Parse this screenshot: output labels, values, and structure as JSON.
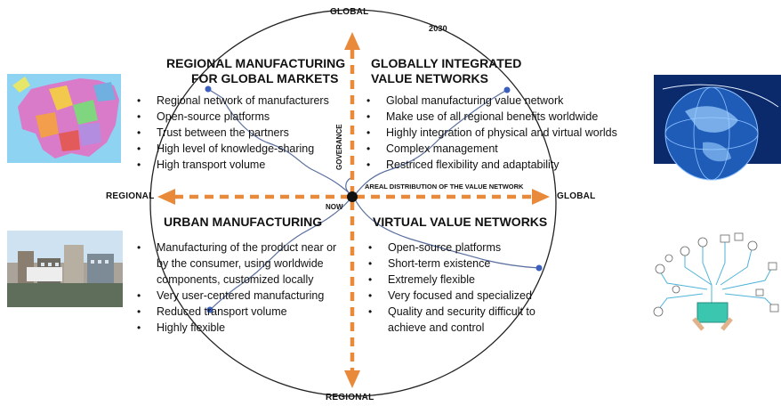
{
  "axes": {
    "top": "GLOBAL",
    "bottom": "REGIONAL",
    "left": "REGIONAL",
    "right": "GLOBAL",
    "year_top": "2030",
    "now": "NOW",
    "vertical_axis": "GOVERANCE",
    "horizontal_axis": "AREAL DISTRIBUTION OF THE VALUE NETWORK"
  },
  "quadrants": {
    "top_left": {
      "title_line1": "REGIONAL MANUFACTURING",
      "title_line2": "FOR GLOBAL MARKETS",
      "items": [
        "Regional network of manufacturers",
        "Open-source platforms",
        "Trust between the partners",
        "High level of knowledge-sharing",
        "High transport volume"
      ]
    },
    "top_right": {
      "title_line1": "GLOBALLY INTEGRATED",
      "title_line2": "VALUE NETWORKS",
      "items": [
        "Global manufacturing value network",
        "Make use of all regional benefits worldwide",
        "Highly integration of physical and virtual worlds",
        "Complex management",
        "Restriced flexibility and adaptability"
      ]
    },
    "bottom_left": {
      "title": "URBAN MANUFACTURING",
      "items": [
        "Manufacturing of the product near or by the consumer, using worldwide components, customized locally",
        "Very user-centered manufacturing",
        "Reduced transport volume",
        "Highly flexible"
      ]
    },
    "bottom_right": {
      "title": "VIRTUAL VALUE NETWORKS",
      "items": [
        "Open-source platforms",
        "Short-term existence",
        "Extremely flexible",
        "Very focused and specialized",
        "Quality and security difficult to achieve and control"
      ]
    }
  },
  "images": {
    "top_left": "europe-map-icon",
    "top_right": "globe-network-icon",
    "bottom_left": "city-buildings-icon",
    "bottom_right": "digital-network-icon"
  },
  "colors": {
    "arrow": "#E98A3A",
    "connector": "#5A6F9E",
    "node": "#3A5FBF",
    "circle": "#222222"
  }
}
